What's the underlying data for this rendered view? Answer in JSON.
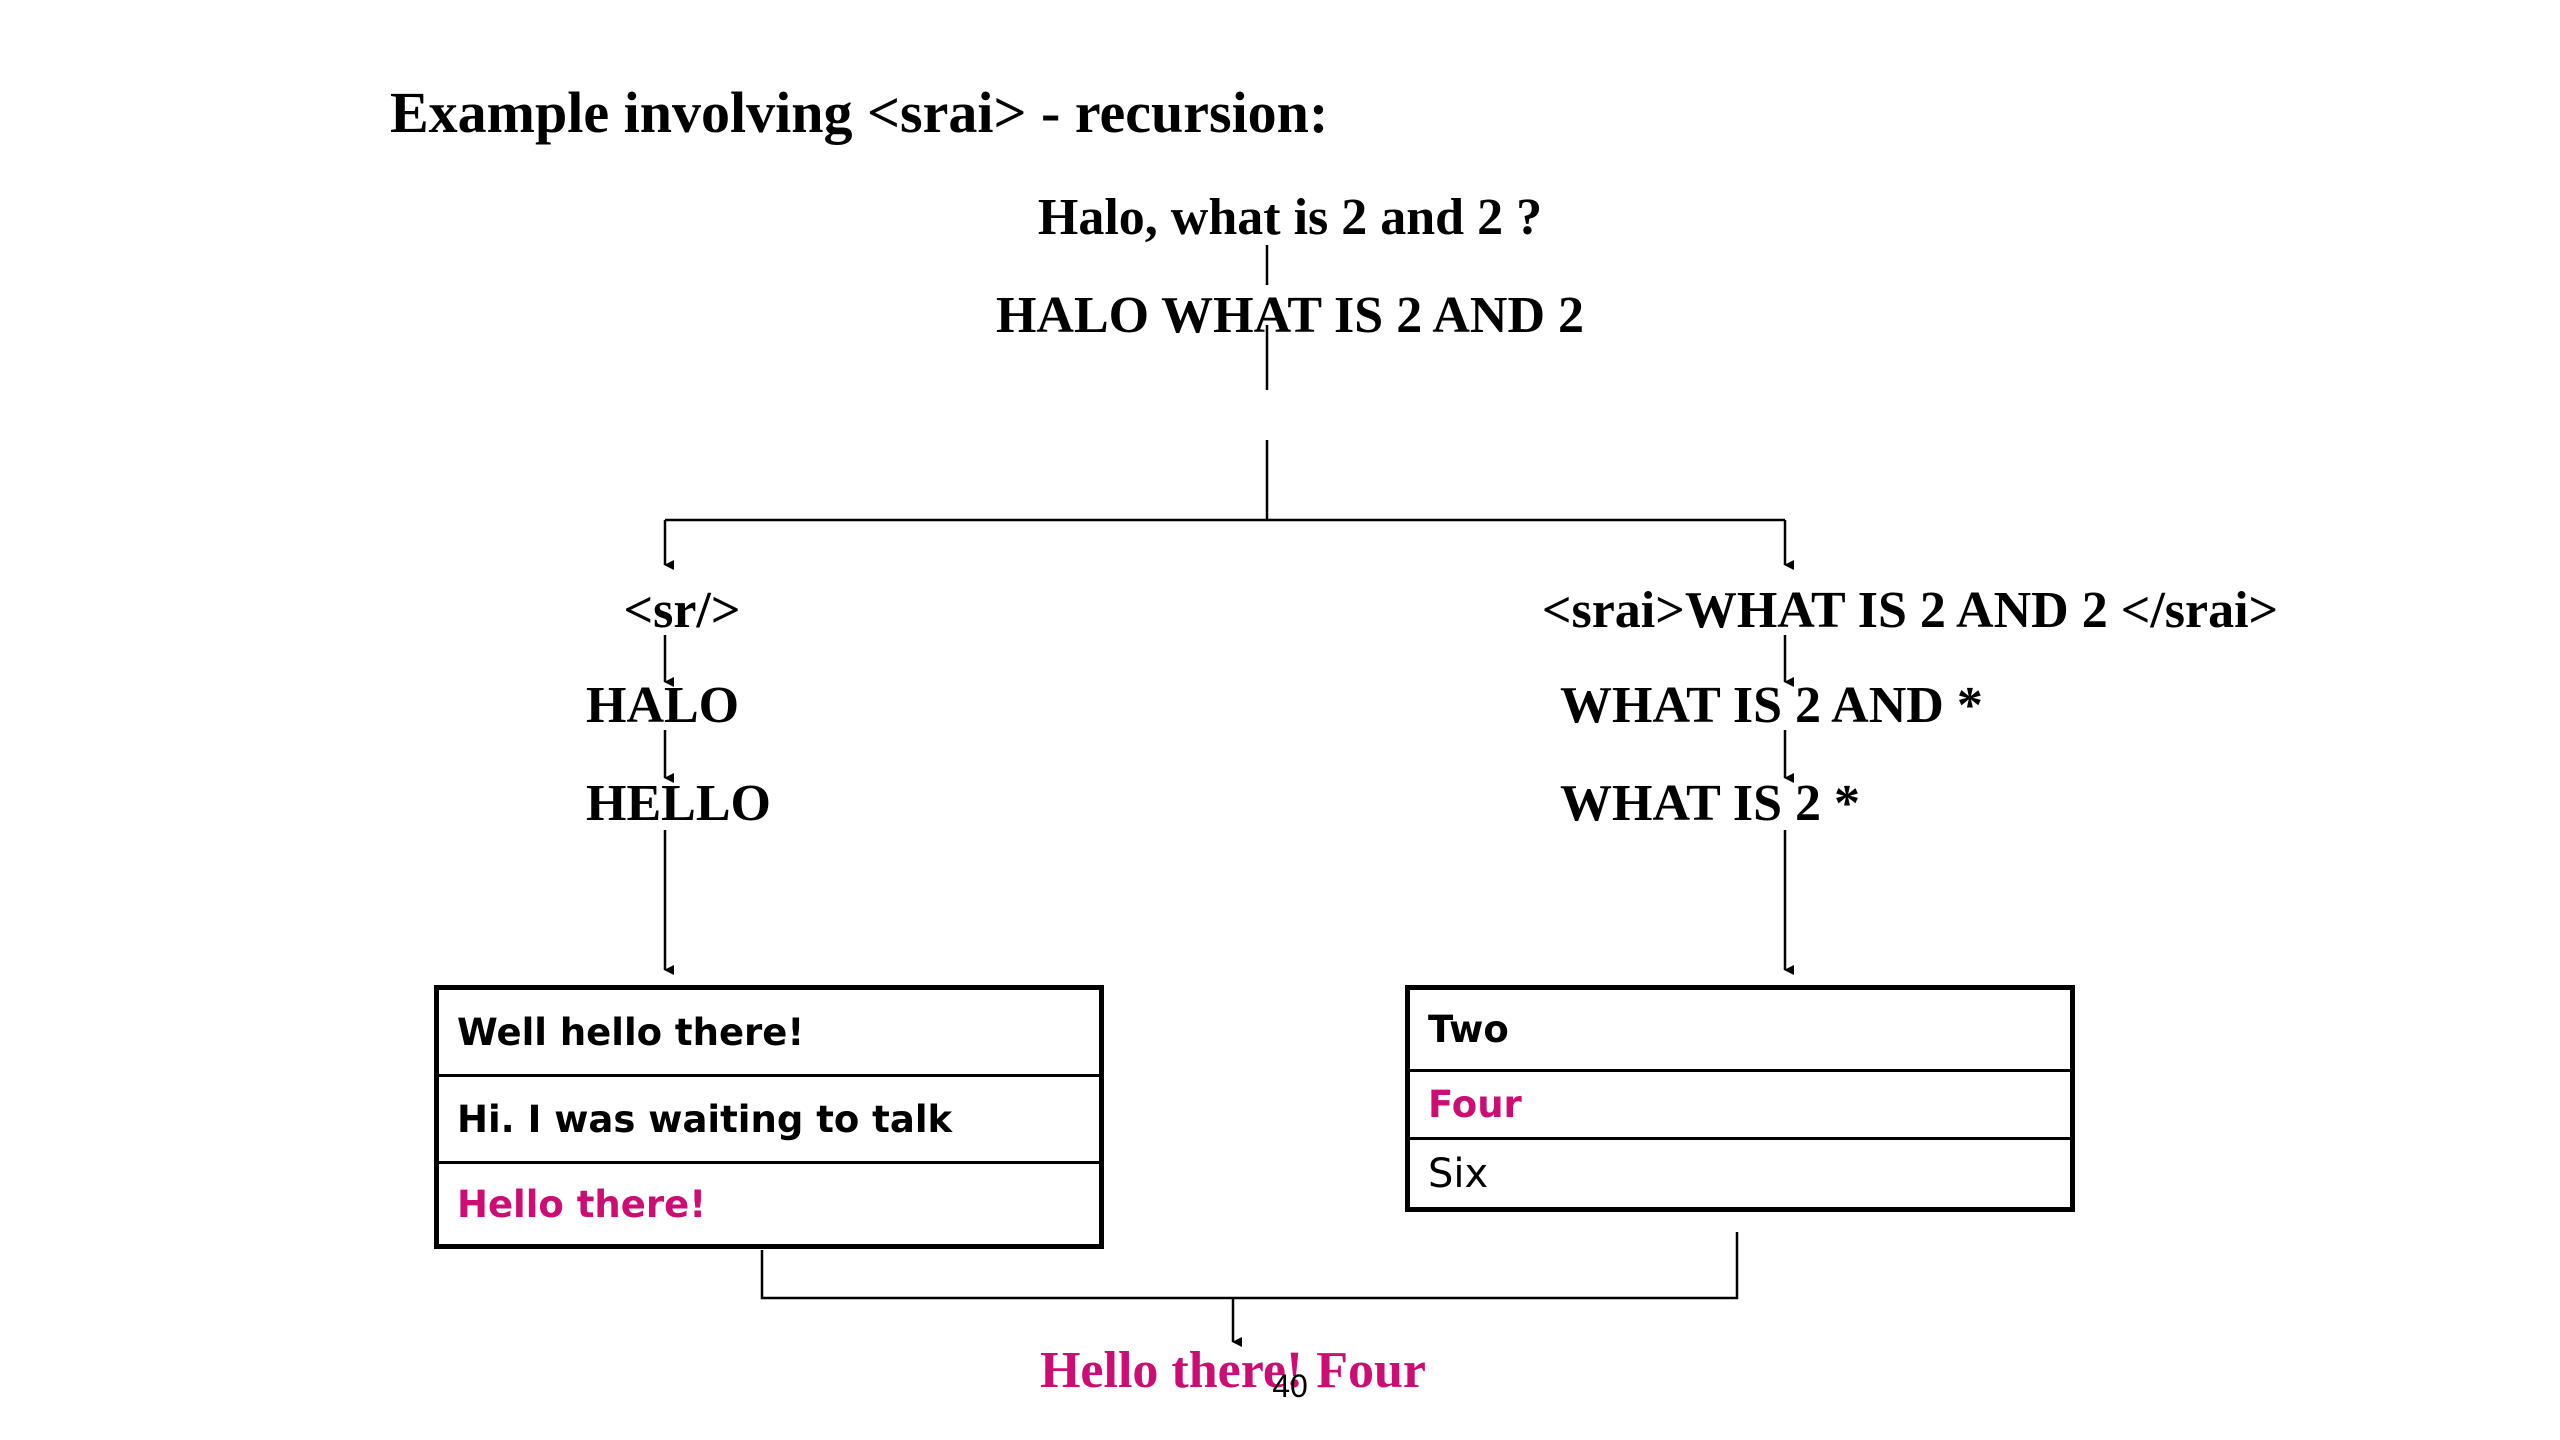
{
  "title": "Example involving <srai> - recursion:",
  "input_raw": "Halo, what is 2 and 2 ?",
  "input_normalized": "HALO WHAT IS 2 AND 2",
  "left_branch": {
    "tag": "<sr/>",
    "steps": [
      "HALO",
      "HELLO"
    ],
    "responses": [
      {
        "text": "Well hello there!",
        "selected": false
      },
      {
        "text": "Hi. I was waiting to talk",
        "selected": false
      },
      {
        "text": "Hello there!",
        "selected": true
      }
    ]
  },
  "right_branch": {
    "tag": "<srai>WHAT IS 2 AND 2 </srai>",
    "steps": [
      "WHAT IS 2 AND *",
      "WHAT IS 2 *"
    ],
    "responses": [
      {
        "text": "Two",
        "selected": false
      },
      {
        "text": "Four",
        "selected": true
      },
      {
        "text": "Six",
        "selected": false
      }
    ]
  },
  "result": "Hello there! Four",
  "page_number": "40",
  "colors": {
    "highlight": "#cc0e74",
    "text": "#000000",
    "line": "#000000"
  }
}
